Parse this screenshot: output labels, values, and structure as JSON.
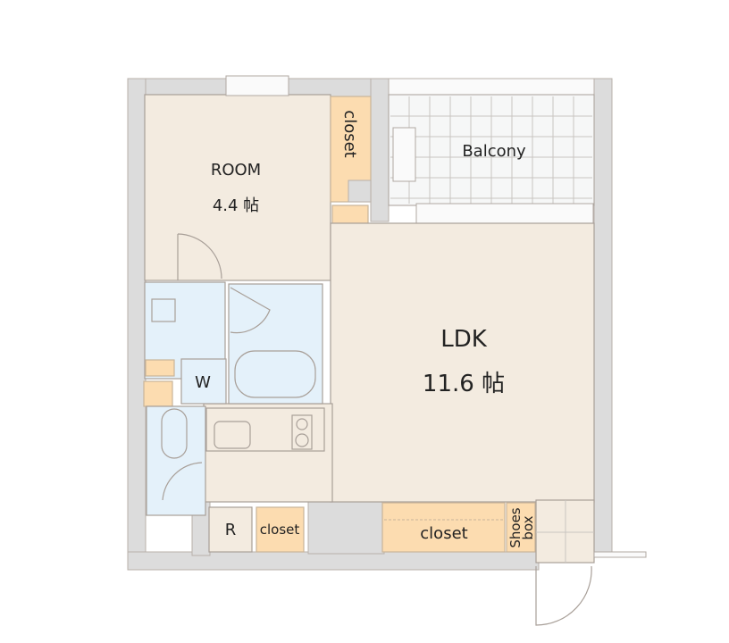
{
  "rooms": {
    "room": {
      "name": "ROOM",
      "size": "4.4 帖"
    },
    "ldk": {
      "name": "LDK",
      "size": "11.6 帖"
    },
    "balcony": {
      "name": "Balcony"
    },
    "washer": {
      "name": "W"
    },
    "fridge": {
      "name": "R"
    },
    "closet_room": {
      "name": "closet"
    },
    "closet_small": {
      "name": "closet"
    },
    "closet_ldk": {
      "name": "closet"
    },
    "shoes_box": {
      "line1": "Shoes",
      "line2": "box"
    }
  },
  "colors": {
    "floor": "#f3ebe0",
    "wet": "#e4f1fa",
    "closet": "#fcdcb0",
    "wall": "#dcdcdc"
  }
}
